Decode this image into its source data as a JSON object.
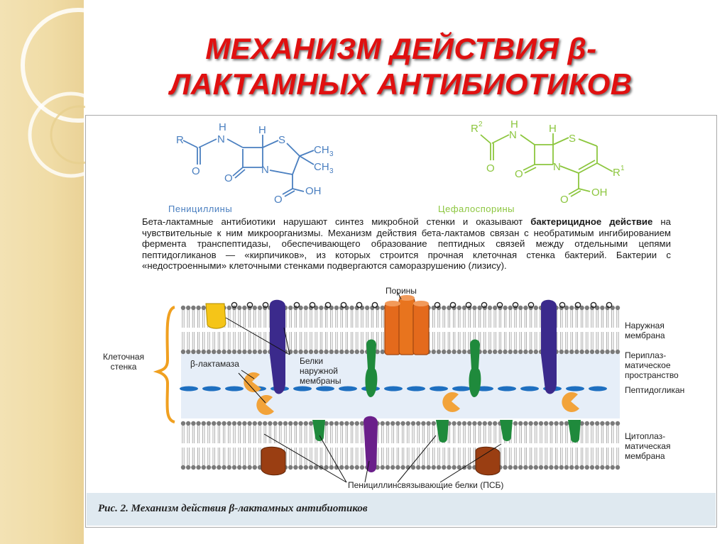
{
  "slide": {
    "title_line1": "МЕХАНИЗМ ДЕЙСТВИЯ β-",
    "title_line2": "ЛАКТАМНЫХ АНТИБИОТИКОВ"
  },
  "chemistry": {
    "penicillin": {
      "name": "Пенициллины",
      "atoms": {
        "R": "R",
        "N": "N",
        "H": "H",
        "S": "S",
        "CH3": "CH",
        "sub3": "3",
        "O": "O",
        "OH": "OH"
      },
      "color": "#4a7fc0"
    },
    "cephalosporin": {
      "name": "Цефалоспорины",
      "atoms": {
        "R2": "R",
        "sup2": "2",
        "R1": "R",
        "sup1": "1",
        "N": "N",
        "H": "H",
        "S": "S",
        "O": "O",
        "OH": "OH"
      },
      "color": "#8cc63e"
    }
  },
  "description": {
    "part1": "Бета-лактамные антибиотики нарушают синтез микробной стенки и оказывают ",
    "bold": "бактерицидное действие",
    "part2": " на чувствительные к ним микроорганизмы. Механизм действия бета-лактамов связан с необратимым ингибированием фермента транспептидазы, обеспечивающего образование пептидных связей между отдельными цепями пептидогликанов — «кирпичиков», из которых строится прочная клеточная стенка бактерий. Бактерии с «недостроенными» клеточными стенками подвергаются саморазрушению (лизису)."
  },
  "diagram": {
    "porins": "Порины",
    "cell_wall": [
      "Клеточная",
      "стенка"
    ],
    "beta_lactamase": "β-лактамаза",
    "outer_membrane_proteins": [
      "Белки",
      "наружной",
      "мембраны"
    ],
    "outer_membrane": [
      "Наружная",
      "мембрана"
    ],
    "periplasmic_space": [
      "Периплаз-",
      "матическое",
      "пространство"
    ],
    "peptidoglycan": "Пептидогликан",
    "cytoplasmic_membrane": [
      "Цитоплаз-",
      "матическая",
      "мембрана"
    ],
    "pbp": "Пенициллинсвязывающие белки (ПСБ)"
  },
  "caption": "Рис. 2. Механизм действия β-лактамных антибиотиков",
  "colors": {
    "title": "#e01010",
    "lipid_head": "#7a7a7a",
    "peptidoglycan": "#1e6fc0",
    "porin": "#e46a1c",
    "outer_protein": "#3b2a8c",
    "beta_lactamase": "#f2a33a",
    "pbp_green": "#1f8a3c",
    "pbp_purple": "#6a1f8a",
    "pbp_brown": "#9a3e12",
    "yellow_protein": "#f5c518",
    "bracket": "#f0a020",
    "caption_bg": "#dfe9f0"
  }
}
